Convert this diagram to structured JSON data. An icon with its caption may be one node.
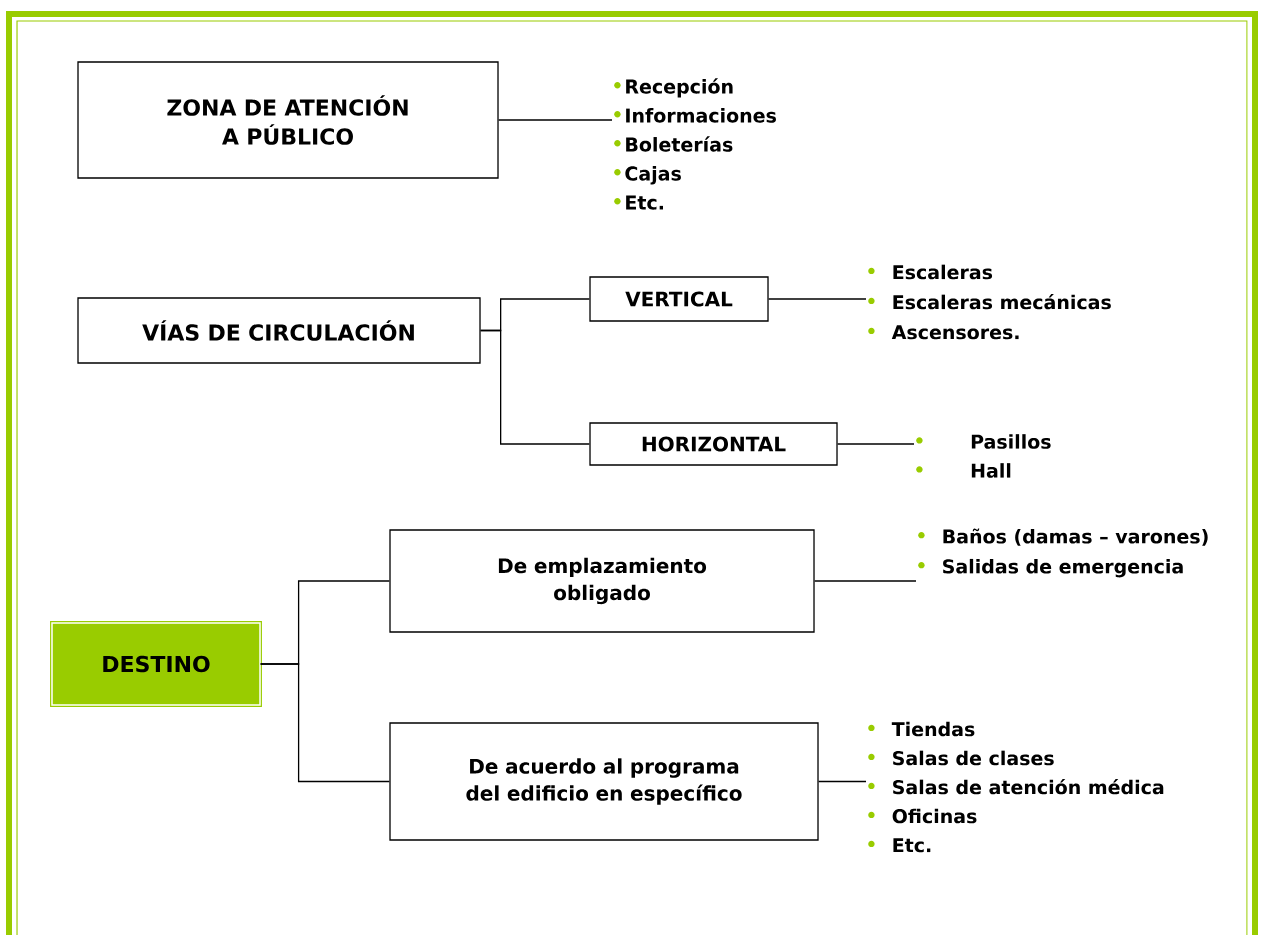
{
  "diagram": {
    "nodes": [
      {
        "text": [
          "ZONA DE ATENCIÓN A PÚBLICO"
        ]
      },
      {
        "text": [
          "Recepción",
          "Informaciones",
          "Boleterías",
          "Cajas",
          "Etc."
        ]
      },
      {
        "text": [
          "VÍAS DE CIRCULACIÓN"
        ]
      },
      {
        "text": [
          "VERTICAL"
        ]
      },
      {
        "text": [
          "Escaleras",
          "Escaleras mecánicas",
          "Ascensores."
        ]
      },
      {
        "text": [
          "HORIZONTAL"
        ]
      },
      {
        "text": [
          "Pasillos",
          "Hall"
        ]
      },
      {
        "text": [
          "DESTINO"
        ]
      },
      {
        "text": [
          "De emplazamiento obligado"
        ]
      },
      {
        "text": [
          "Baños (damas – varones)",
          "Salidas de emergencia"
        ]
      },
      {
        "text": [
          "De acuerdo al programa del edificio en específico"
        ]
      },
      {
        "text": [
          "Tiendas",
          "Salas de clases",
          "Salas de atención médica",
          "Oficinas",
          "Etc."
        ]
      }
    ],
    "edges": [
      {
        "from": 0,
        "to": 1,
        "arrow": "none"
      },
      {
        "from": 2,
        "to": 3,
        "arrow": "none"
      },
      {
        "from": 2,
        "to": 5,
        "arrow": "none"
      },
      {
        "from": 3,
        "to": 4,
        "arrow": "none"
      },
      {
        "from": 5,
        "to": 6,
        "arrow": "none"
      },
      {
        "from": 7,
        "to": 8,
        "arrow": "none"
      },
      {
        "from": 7,
        "to": 10,
        "arrow": "none"
      },
      {
        "from": 8,
        "to": 9,
        "arrow": "none"
      },
      {
        "from": 10,
        "to": 11,
        "arrow": "none"
      }
    ]
  }
}
